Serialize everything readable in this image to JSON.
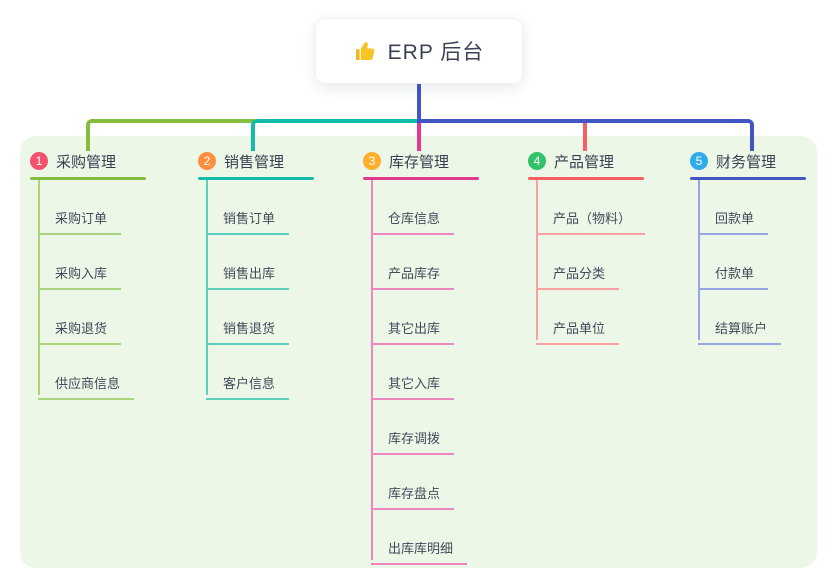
{
  "root": {
    "label": "ERP 后台",
    "icon": "thumbs-up-icon",
    "icon_color": "#f7c325",
    "connector_color": "#4255c4"
  },
  "panel": {
    "background": "#ecf7e8"
  },
  "branches": [
    {
      "number": "1",
      "label": "采购管理",
      "badge_color": "#f4516c",
      "line_color": "#85bd3f",
      "sub_line_color": "#aad47c",
      "children": [
        "采购订单",
        "采购入库",
        "采购退货",
        "供应商信息"
      ]
    },
    {
      "number": "2",
      "label": "销售管理",
      "badge_color": "#fd8f3e",
      "line_color": "#12bca8",
      "sub_line_color": "#5bcfc0",
      "children": [
        "销售订单",
        "销售出库",
        "销售退货",
        "客户信息"
      ]
    },
    {
      "number": "3",
      "label": "库存管理",
      "badge_color": "#ffae2e",
      "line_color": "#e13a90",
      "sub_line_color": "#ee87bd",
      "children": [
        "仓库信息",
        "产品库存",
        "其它出库",
        "其它入库",
        "库存调拨",
        "库存盘点",
        "出库库明细"
      ]
    },
    {
      "number": "4",
      "label": "产品管理",
      "badge_color": "#33c169",
      "line_color": "#f65e62",
      "sub_line_color": "#f9a2a4",
      "children": [
        "产品（物料）",
        "产品分类",
        "产品单位"
      ]
    },
    {
      "number": "5",
      "label": "财务管理",
      "badge_color": "#2facea",
      "line_color": "#4255c4",
      "sub_line_color": "#97a5e2",
      "children": [
        "回款单",
        "付款单",
        "结算账户"
      ]
    }
  ]
}
